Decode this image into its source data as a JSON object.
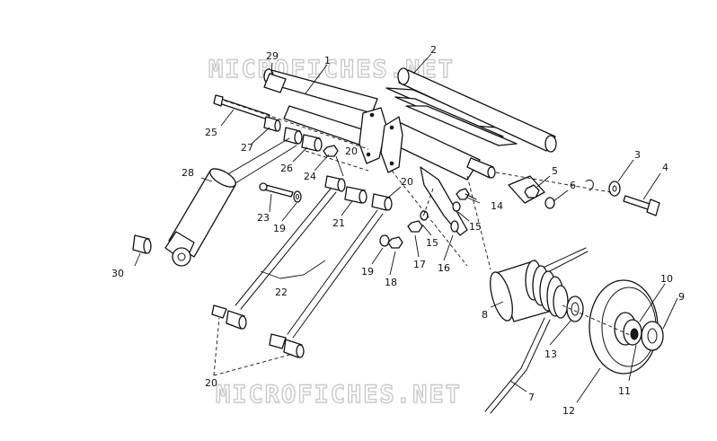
{
  "watermarks": [
    "MICROFICHES.NET",
    "MICROFICHES.NET"
  ],
  "callouts": {
    "c1": "1",
    "c2": "2",
    "c3": "3",
    "c4": "4",
    "c5": "5",
    "c6": "6",
    "c7": "7",
    "c8": "8",
    "c9": "9",
    "c10": "10",
    "c11": "11",
    "c12": "12",
    "c13": "13",
    "c14": "14",
    "c15a": "15",
    "c15b": "15",
    "c16": "16",
    "c17": "17",
    "c18": "18",
    "c19a": "19",
    "c19b": "19",
    "c20a": "20",
    "c20b": "20",
    "c20c": "20",
    "c21": "21",
    "c22": "22",
    "c23": "23",
    "c24": "24",
    "c25": "25",
    "c26": "26",
    "c27": "27",
    "c28": "28",
    "c29": "29",
    "c30": "30"
  }
}
